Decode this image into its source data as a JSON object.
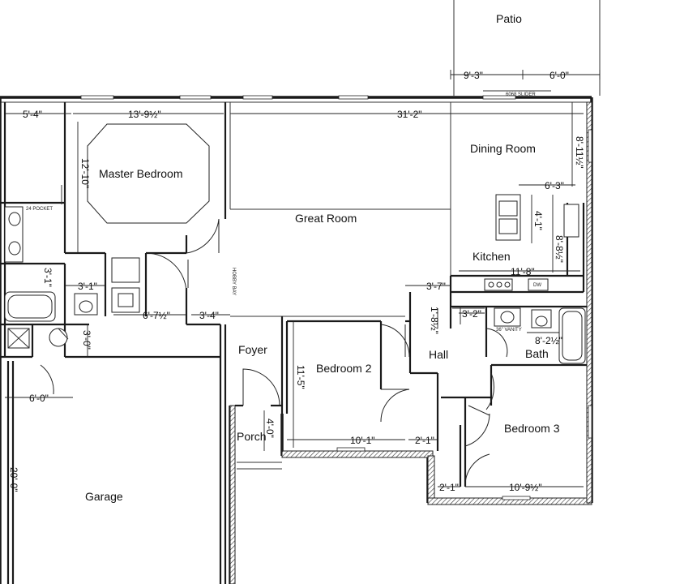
{
  "rooms": {
    "patio": "Patio",
    "master_bedroom": "Master Bedroom",
    "great_room": "Great Room",
    "dining_room": "Dining Room",
    "kitchen": "Kitchen",
    "foyer": "Foyer",
    "bedroom_2": "Bedroom 2",
    "hall": "Hall",
    "bath": "Bath",
    "bedroom_3": "Bedroom 3",
    "porch": "Porch",
    "garage": "Garage"
  },
  "dimensions": {
    "patio_left": "9'-3\"",
    "patio_right": "6'-0\"",
    "top_left": "5'-4\"",
    "master_width": "13'-9½\"",
    "great_width": "31'-2\"",
    "master_depth": "12'-10\"",
    "dining_depth": "8'-11½\"",
    "dining_cab": "6'-3\"",
    "island": "4'-1\"",
    "kitchen_depth": "8'-8½\"",
    "kitchen_width": "11'-8\"",
    "bath_wall": "3'-1\"",
    "closet_width": "3'-1\"",
    "pantry": "3'-7\"",
    "hall_closet": "6'-7½\"",
    "hall_stub": "3'-4\"",
    "linen": "1'-8½\"",
    "linen_w": "3'-2\"",
    "bath_depth": "8'-2½\"",
    "laundry": "3'-0\"",
    "foyer_depth": "11'-5\"",
    "porch_depth": "4'-0\"",
    "bed2_width": "10'-1\"",
    "bed2_stub": "2'-1\"",
    "garage_width": "6'-0\"",
    "garage_depth": "20'-0\"",
    "bed3_stub": "2'-1\"",
    "bed3_width": "10'-9½\""
  },
  "notes": {
    "slider": "6068 SLIDER",
    "hobby_bay": "HOBBY BAY",
    "vanity": "36\" VANITY",
    "pocket": "24 POCKET",
    "dw": "DW"
  }
}
